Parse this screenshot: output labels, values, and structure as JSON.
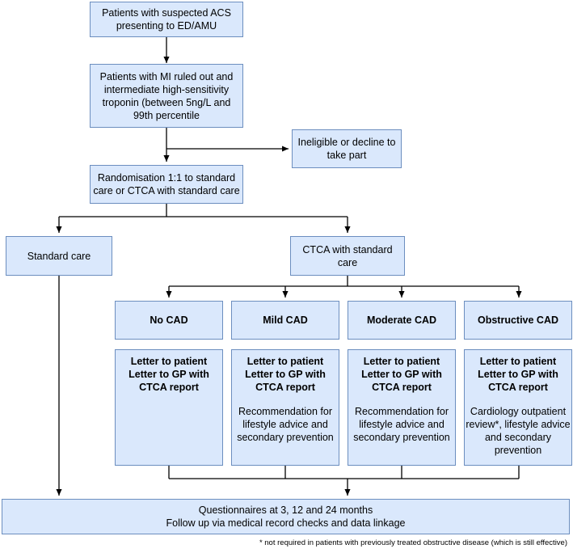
{
  "boxes": {
    "suspected_acs": "Patients with suspected ACS\npresenting to ED/AMU",
    "mi_ruled_out": "Patients with MI ruled out and\nintermediate high-sensitivity\ntroponin (between 5ng/L and\n99th percentile",
    "ineligible": "Ineligible or decline to\ntake part",
    "randomisation": "Randomisation 1:1 to standard\ncare or CTCA with standard care",
    "standard_care": "Standard care",
    "ctca_standard_care": "CTCA with standard\ncare",
    "no_cad": "No CAD",
    "mild_cad": "Mild CAD",
    "moderate_cad": "Moderate CAD",
    "obstructive_cad": "Obstructive CAD",
    "letter_no_cad": "Letter to patient\nLetter to GP with\nCTCA report",
    "letter_mild_cad": "Letter to patient\nLetter to GP with\nCTCA report",
    "rec_mild_cad": "Recommendation for\nlifestyle advice and\nsecondary prevention",
    "letter_moderate_cad": "Letter to patient\nLetter to GP with\nCTCA report",
    "rec_moderate_cad": "Recommendation for\nlifestyle advice and\nsecondary prevention",
    "letter_obstructive_cad": "Letter to patient\nLetter to GP with\nCTCA report",
    "rec_obstructive_cad": "Cardiology outpatient\nreview*, lifestyle advice\nand secondary\nprevention",
    "questionnaires": "Questionnaires at 3, 12 and 24 months\nFollow up via medical record checks and data linkage"
  },
  "footnote": "* not required in patients with previously treated obstructive disease (which is still effective)",
  "colors": {
    "box_fill": "#dae8fc",
    "box_border": "#6c8ebf",
    "line": "#000000"
  }
}
